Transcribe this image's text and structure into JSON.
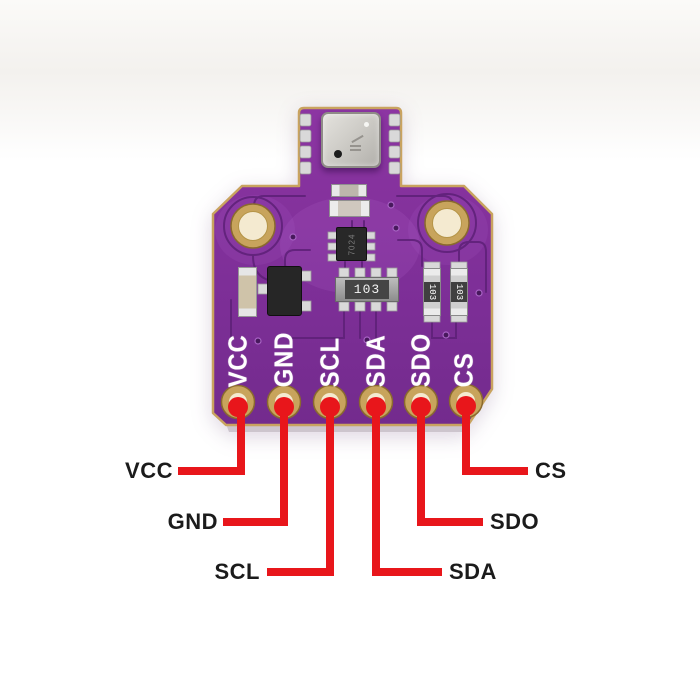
{
  "diagram": {
    "kind": "sensor-breakout-pinout-photo",
    "background": "#ffffff"
  },
  "pins": [
    {
      "silk": "VCC",
      "callout": "VCC"
    },
    {
      "silk": "GND",
      "callout": "GND"
    },
    {
      "silk": "SCL",
      "callout": "SCL"
    },
    {
      "silk": "SDA",
      "callout": "SDA"
    },
    {
      "silk": "SDO",
      "callout": "SDO"
    },
    {
      "silk": "CS",
      "callout": "CS"
    }
  ],
  "markings": {
    "resistor_network": "103",
    "resistor_right_a": "103",
    "resistor_right_b": "103",
    "small_ic": "7024"
  },
  "colors": {
    "pcb_purple": "#82309b",
    "trace_dark": "#5d2077",
    "board_edge_gold": "#c9a35f",
    "pad_gold": "#c8a45c",
    "hole_fill": "#f2e7cb",
    "callout_red": "#e8161b",
    "silkscreen_white": "#ffffff",
    "callout_text": "#1b1b1b",
    "sensor_metal": "#cfcdc8",
    "chip_black": "#282828"
  }
}
